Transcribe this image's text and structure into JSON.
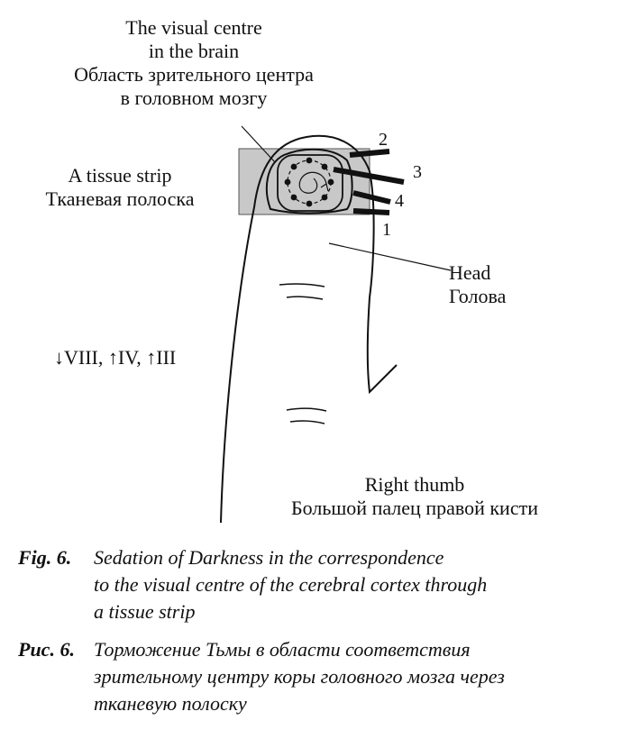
{
  "labels": {
    "visual_centre": {
      "en_line1": "The visual centre",
      "en_line2": "in the brain",
      "ru_line1": "Область зрительного центра",
      "ru_line2": "в головном мозгу"
    },
    "tissue_strip": {
      "en": "A tissue strip",
      "ru": "Тканевая полоска"
    },
    "head": {
      "en": "Head",
      "ru": "Голова"
    },
    "right_thumb": {
      "en": "Right thumb",
      "ru": "Большой палец правой кисти"
    },
    "arrows": "↓VIII, ↑IV, ↑III"
  },
  "numbers": {
    "n1": "1",
    "n2": "2",
    "n3": "3",
    "n4": "4"
  },
  "caption_en": {
    "label": "Fig. 6.",
    "line1": "Sedation of Darkness in the correspondence",
    "line2": "to the visual centre of the cerebral cortex through",
    "line3": "a tissue strip"
  },
  "caption_ru": {
    "label": "Рис. 6.",
    "line1": "Торможение Тьмы в области соответствия",
    "line2": "зрительному центру коры головного мозга через",
    "line3": "тканевую полоску"
  },
  "colors": {
    "strip": "#c8c8c8",
    "ink": "#111111"
  }
}
